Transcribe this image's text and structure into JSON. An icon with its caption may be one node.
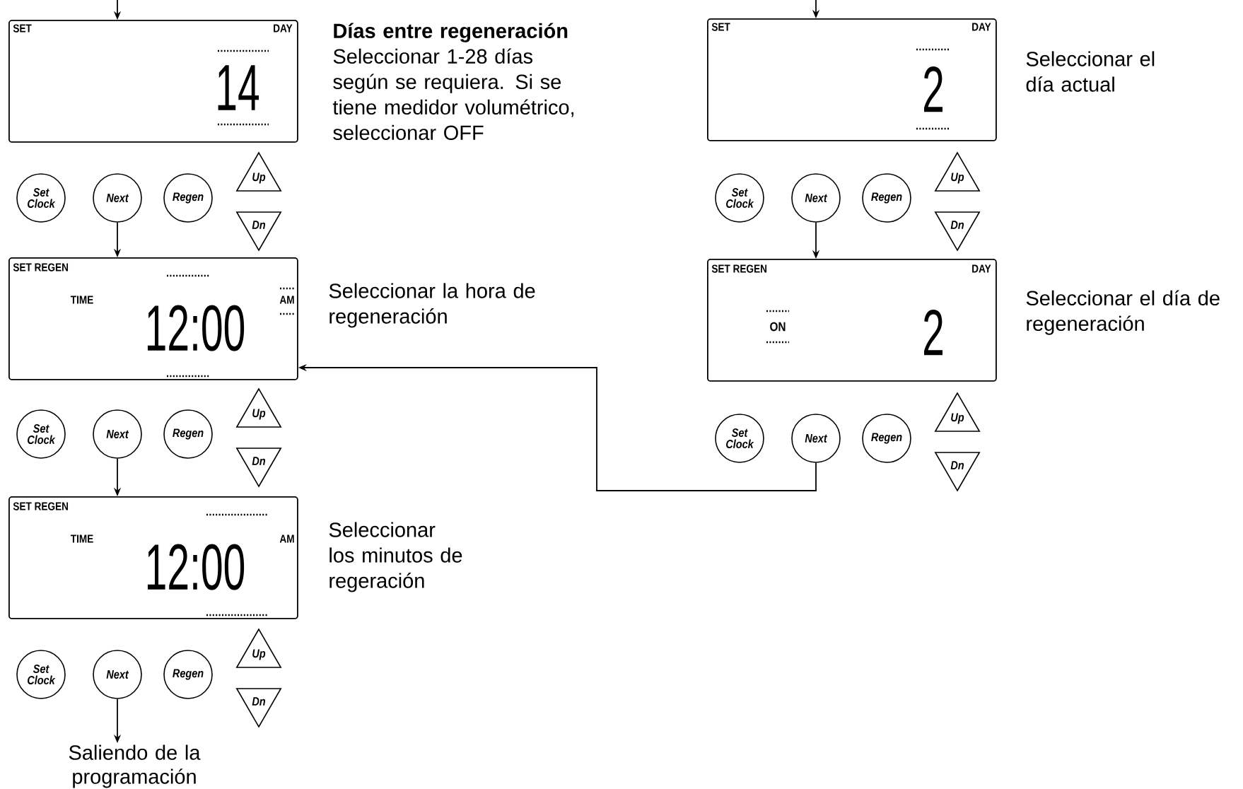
{
  "diagram": {
    "nodes": [
      {
        "text": [
          "SET",
          "DAY",
          "14"
        ],
        "beside": [
          "Días entre regeneración",
          "Seleccionar 1-28 días según se requiera. Si se tiene medidor volumétrico, seleccionar OFF"
        ]
      },
      {
        "text": [
          "Set Clock"
        ]
      },
      {
        "text": [
          "Next"
        ]
      },
      {
        "text": [
          "Regen"
        ]
      },
      {
        "text": [
          "Up"
        ]
      },
      {
        "text": [
          "Dn"
        ]
      },
      {
        "text": [
          "SET REGEN",
          "TIME",
          "12:00",
          "AM"
        ],
        "beside": [
          "Seleccionar la hora de regeneración"
        ]
      },
      {
        "text": [
          "Set Clock"
        ]
      },
      {
        "text": [
          "Next"
        ]
      },
      {
        "text": [
          "Regen"
        ]
      },
      {
        "text": [
          "Up"
        ]
      },
      {
        "text": [
          "Dn"
        ]
      },
      {
        "text": [
          "SET REGEN",
          "TIME",
          "12:00",
          "AM"
        ],
        "beside": [
          "Seleccionar los minutos de regeración"
        ]
      },
      {
        "text": [
          "Set Clock"
        ]
      },
      {
        "text": [
          "Next"
        ]
      },
      {
        "text": [
          "Regen"
        ]
      },
      {
        "text": [
          "Up"
        ]
      },
      {
        "text": [
          "Dn"
        ]
      },
      {
        "text": [
          "Saliendo de la programación"
        ]
      },
      {
        "text": [
          "SET",
          "DAY",
          "2"
        ],
        "beside": [
          "Seleccionar el día actual"
        ]
      },
      {
        "text": [
          "Set Clock"
        ]
      },
      {
        "text": [
          "Next"
        ]
      },
      {
        "text": [
          "Regen"
        ]
      },
      {
        "text": [
          "Up"
        ]
      },
      {
        "text": [
          "Dn"
        ]
      },
      {
        "text": [
          "SET REGEN",
          "DAY",
          "ON",
          "2"
        ],
        "beside": [
          "Seleccionar el día de regeneración"
        ]
      },
      {
        "text": [
          "Set Clock"
        ]
      },
      {
        "text": [
          "Next"
        ]
      },
      {
        "text": [
          "Regen"
        ]
      },
      {
        "text": [
          "Up"
        ]
      },
      {
        "text": [
          "Dn"
        ]
      }
    ],
    "edges": [
      {
        "from": null,
        "to": 0,
        "arrow": "to"
      },
      {
        "from": 2,
        "to": 6,
        "arrow": "to"
      },
      {
        "from": 8,
        "to": 12,
        "arrow": "to"
      },
      {
        "from": 14,
        "to": 18,
        "arrow": "to"
      },
      {
        "from": null,
        "to": 19,
        "arrow": "to"
      },
      {
        "from": 21,
        "to": 25,
        "arrow": "to"
      },
      {
        "from": 27,
        "to": 6,
        "arrow": "to"
      }
    ]
  }
}
